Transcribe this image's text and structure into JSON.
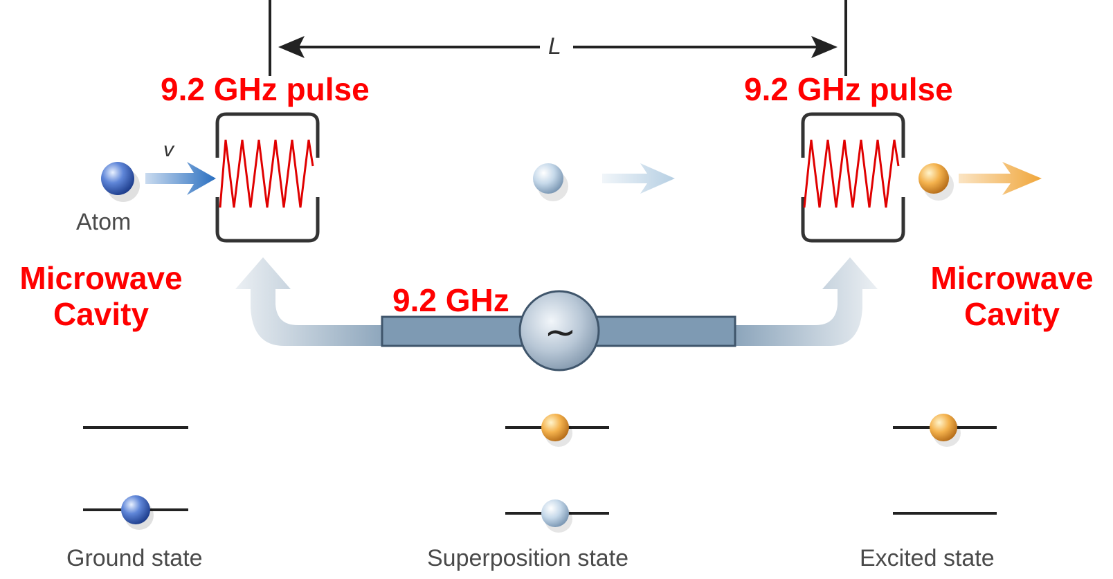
{
  "labels": {
    "length": "L",
    "velocity": "v",
    "atom": "Atom",
    "pulse_left": "9.2 GHz pulse",
    "pulse_right": "9.2 GHz pulse",
    "cavity_left_line1": "Microwave",
    "cavity_left_line2": "Cavity",
    "cavity_right_line1": "Microwave",
    "cavity_right_line2": "Cavity",
    "source_frequency": "9.2 GHz",
    "source_symbol": "~",
    "state_ground": "Ground state",
    "state_superposition": "Superposition state",
    "state_excited": "Excited state"
  },
  "colors": {
    "annotation": "#ff0000",
    "ground_atom": "#3d66c4",
    "superposition_atom": "#b6cfe3",
    "excited_atom": "#f0a63a",
    "arrow_blue": "#2a6fc0",
    "feed": "#7e9ab3"
  }
}
